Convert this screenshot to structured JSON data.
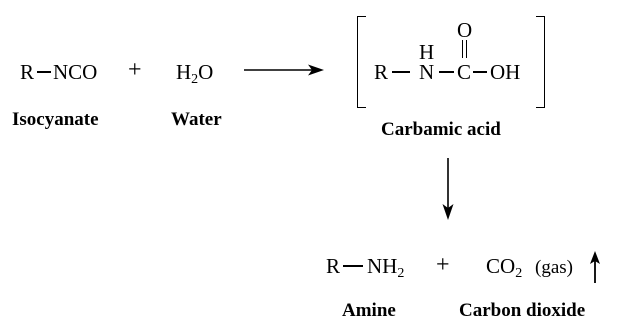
{
  "reactants": {
    "isocyanate": {
      "r": "R",
      "group": "NCO",
      "label": "Isocyanate"
    },
    "plus": "+",
    "water": {
      "h": "H",
      "sub": "2",
      "o": "O",
      "label": "Water"
    }
  },
  "intermediate": {
    "r": "R",
    "h": "H",
    "n": "N",
    "c": "C",
    "o_top": "O",
    "oh": "OH",
    "label": "Carbamic acid"
  },
  "products": {
    "amine": {
      "r": "R",
      "group": "NH",
      "sub": "2",
      "label": "Amine"
    },
    "plus": "+",
    "co2": {
      "co": "CO",
      "sub": "2",
      "state": "(gas)",
      "label": "Carbon dioxide"
    }
  }
}
